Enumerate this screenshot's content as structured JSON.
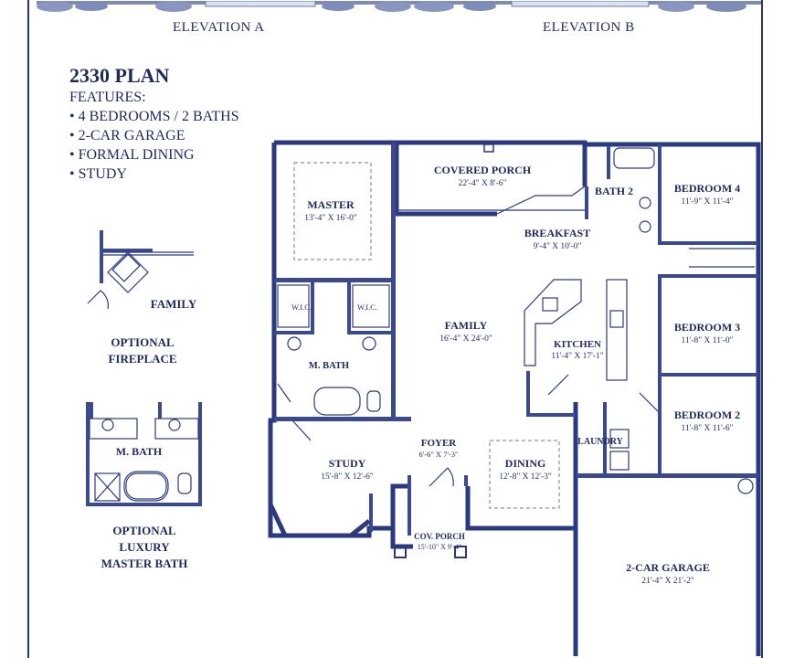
{
  "elevations": {
    "a_label": "ELEVATION A",
    "b_label": "ELEVATION B"
  },
  "plan": {
    "title": "2330 PLAN",
    "features_heading": "FEATURES:",
    "features": [
      "• 4 BEDROOMS / 2 BATHS",
      "• 2-CAR GARAGE",
      "• FORMAL DINING",
      "• STUDY"
    ]
  },
  "options": {
    "fireplace_room": "FAMILY",
    "fireplace_title_1": "OPTIONAL",
    "fireplace_title_2": "FIREPLACE",
    "bath_room": "M. BATH",
    "bath_title_1": "OPTIONAL",
    "bath_title_2": "LUXURY",
    "bath_title_3": "MASTER BATH"
  },
  "rooms": {
    "covered_porch": {
      "name": "COVERED PORCH",
      "dim": "22'-4\" X 8'-6\""
    },
    "bath2": {
      "name": "BATH 2"
    },
    "bedroom4": {
      "name": "BEDROOM 4",
      "dim": "11'-9\" X 11'-4\""
    },
    "master": {
      "name": "MASTER",
      "dim": "13'-4\" X 16'-0\""
    },
    "breakfast": {
      "name": "BREAKFAST",
      "dim": "9'-4\" X 10'-0\""
    },
    "wic1": {
      "name": "W.I.C."
    },
    "wic2": {
      "name": "W.I.C."
    },
    "family": {
      "name": "FAMILY",
      "dim": "16'-4\" X 24'-0\""
    },
    "kitchen": {
      "name": "KITCHEN",
      "dim": "11'-4\" X 17'-1\""
    },
    "bedroom3": {
      "name": "BEDROOM 3",
      "dim": "11'-8\" X 11'-0\""
    },
    "mbath": {
      "name": "M. BATH"
    },
    "bedroom2": {
      "name": "BEDROOM 2",
      "dim": "11'-8\" X 11'-6\""
    },
    "foyer": {
      "name": "FOYER",
      "dim": "6'-6\" X 7'-3\""
    },
    "laundry": {
      "name": "LAUNDRY"
    },
    "study": {
      "name": "STUDY",
      "dim": "15'-8\" X 12'-6\""
    },
    "dining": {
      "name": "DINING",
      "dim": "12'-8\" X 12'-3\""
    },
    "cov_porch": {
      "name": "COV. PORCH",
      "dim": "15'-10\" X 9'-4\""
    },
    "garage": {
      "name": "2-CAR GARAGE",
      "dim": "21'-4\" X 21'-2\""
    }
  },
  "colors": {
    "ink": "#1f2a5c",
    "wall": "#2b3a80",
    "background": "#ffffff"
  }
}
